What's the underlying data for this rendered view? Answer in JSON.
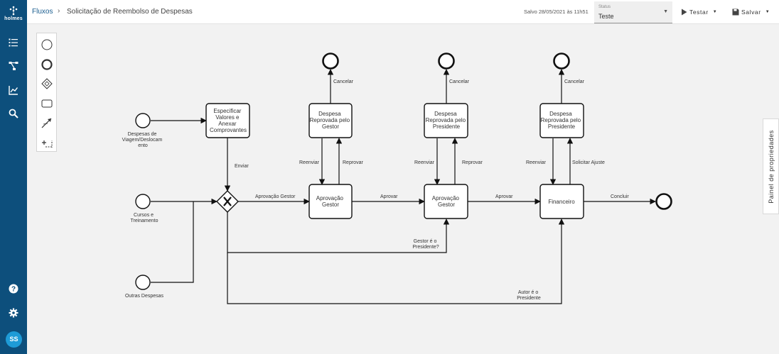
{
  "app": {
    "logo_text": "holmes"
  },
  "sidebar": {
    "items": [
      {
        "name": "tasks-icon"
      },
      {
        "name": "flows-icon"
      },
      {
        "name": "reports-icon"
      },
      {
        "name": "search-icon"
      }
    ],
    "bottom": [
      {
        "name": "help-icon"
      },
      {
        "name": "settings-icon"
      }
    ],
    "avatar_initials": "SS"
  },
  "header": {
    "breadcrumb_root": "Fluxos",
    "breadcrumb_sep": "›",
    "breadcrumb_current": "Solicitação de Reembolso de Despesas",
    "saved_text": "Salvo 28/05/2021 às 11h51",
    "status_label": "Status",
    "status_value": "Teste",
    "test_button": "Testar",
    "save_button": "Salvar"
  },
  "palette": {
    "tools": [
      "start-event-icon",
      "end-event-icon",
      "gateway-icon",
      "task-icon",
      "connect-icon",
      "lasso-icon"
    ]
  },
  "properties_panel_label": "Painel de propriedades",
  "diagram": {
    "start_events": [
      [
        "Despesas de",
        "Viagem/Deslocam",
        "ento"
      ],
      [
        "Cursos e",
        "Treinamento"
      ],
      [
        "Outras Despesas"
      ]
    ],
    "tasks": {
      "specify": [
        "Especificar",
        "Valores e",
        "Anexar",
        "Comprovantes"
      ],
      "manager_approval": [
        "Aprovação",
        "Gestor"
      ],
      "president_approval": [
        "Aprovação",
        "Gestor"
      ],
      "finance": [
        "Financeiro"
      ],
      "rejected_manager": [
        "Despesa",
        "Reprovada pelo",
        "Gestor"
      ],
      "rejected_president": [
        "Despesa",
        "Reprovada pelo",
        "Presidente"
      ],
      "rejected_finance": [
        "Despesa",
        "Reprovada pelo",
        "Presidente"
      ]
    },
    "flow_labels": {
      "send": "Enviar",
      "gw_to_manager": "Aprovação Gestor",
      "approve1": "Aprovar",
      "approve2": "Aprovar",
      "conclude": "Concluir",
      "cancel1": "Cancelar",
      "cancel2": "Cancelar",
      "cancel3": "Cancelar",
      "resend1": "Reenviar",
      "reject1": "Reprovar",
      "resend2": "Reenviar",
      "reject2": "Reprovar",
      "resend3": "Reenviar",
      "request_adjust": "Solicitar Ajuste",
      "manager_is_president": [
        "Gestor é o",
        "Presidente?"
      ],
      "author_is_president": [
        "Autor é o",
        "Presidente"
      ]
    }
  }
}
